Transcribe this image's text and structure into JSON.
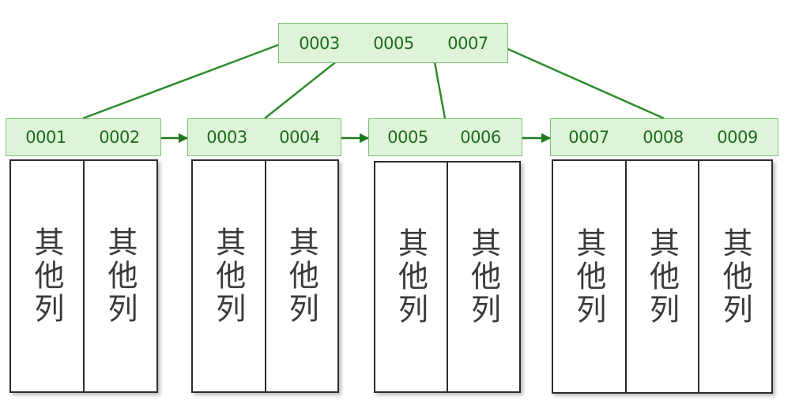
{
  "root_keys": [
    "0003",
    "0005",
    "0007"
  ],
  "leaves": [
    {
      "keys": [
        "0001",
        "0002"
      ]
    },
    {
      "keys": [
        "0003",
        "0004"
      ]
    },
    {
      "keys": [
        "0005",
        "0006"
      ]
    },
    {
      "keys": [
        "0007",
        "0008",
        "0009"
      ]
    }
  ],
  "column_label": "其他列",
  "colors": {
    "node_fill": "#dff3d9",
    "node_border": "#7ac26f",
    "line": "#2e8b2e",
    "key_text": "#1e6e1e"
  }
}
